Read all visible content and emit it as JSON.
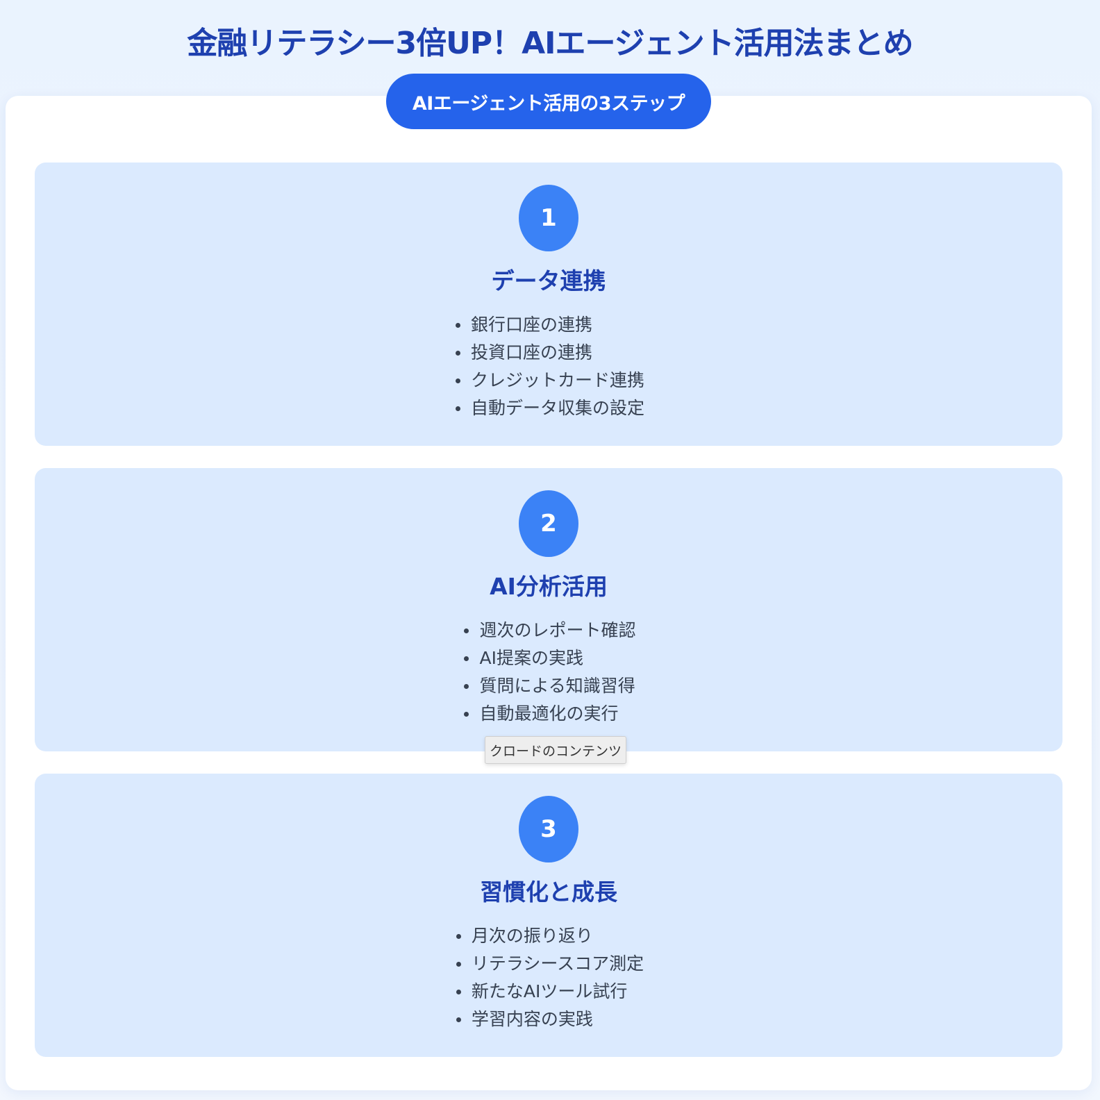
{
  "page": {
    "title": "金融リテラシー3倍UP！AIエージェント活用法まとめ"
  },
  "section": {
    "label": "AIエージェント活用の3ステップ"
  },
  "steps": [
    {
      "number": "1",
      "title": "データ連携",
      "items": [
        "銀行口座の連携",
        "投資口座の連携",
        "クレジットカード連携",
        "自動データ収集の設定"
      ]
    },
    {
      "number": "2",
      "title": "AI分析活用",
      "items": [
        "週次のレポート確認",
        "AI提案の実践",
        "質問による知識習得",
        "自動最適化の実行"
      ]
    },
    {
      "number": "3",
      "title": "習慣化と成長",
      "items": [
        "月次の振り返り",
        "リテラシースコア測定",
        "新たなAIツール試行",
        "学習内容の実践"
      ]
    }
  ],
  "tooltip": {
    "text": "クロードのコンテンツ"
  },
  "colors": {
    "accent": "#2563eb",
    "step_circle": "#3b82f6",
    "heading": "#1e40af",
    "step_bg": "#dbeafe",
    "body_text": "#374151"
  }
}
